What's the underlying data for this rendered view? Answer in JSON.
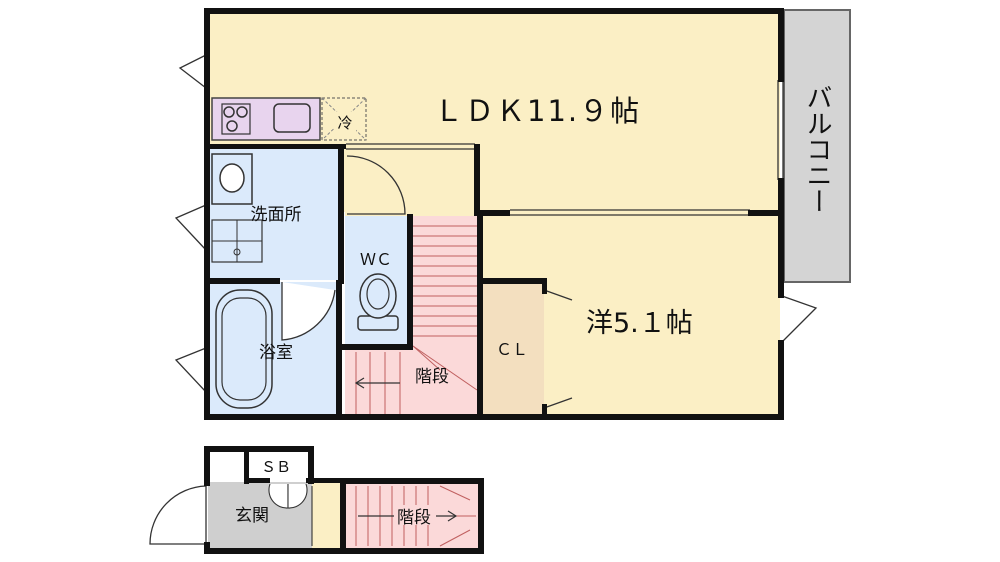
{
  "rooms": {
    "ldk": "ＬＤＫ11.９帖",
    "western": "洋5.１帖",
    "washroom": "洗面所",
    "wc": "ＷＣ",
    "bath": "浴室",
    "stairs_upper": "階段",
    "closet": "ＣＬ",
    "balcony": "バルコニー",
    "fridge": "冷",
    "storage": "ＳＢ",
    "entrance": "玄関",
    "stairs_lower": "階段"
  },
  "colors": {
    "room_beige": "#fbefc5",
    "wet_blue": "#dbeafb",
    "stairs_pink": "#fbd9d9",
    "kitchen_lilac": "#e8d4ee",
    "closet_tan": "#f3dfbf",
    "balcony_gray": "#d4d4d4",
    "entrance_gray": "#cfcfcf",
    "wall": "#111111"
  }
}
